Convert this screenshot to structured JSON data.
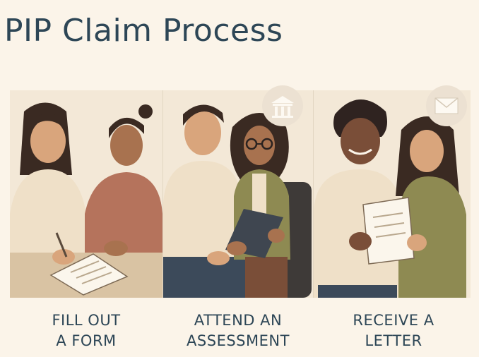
{
  "title": "PIP Claim Process",
  "steps": [
    {
      "line1": "FILL OUT",
      "line2": "A FORM",
      "scene": "two people filling out a form at a table"
    },
    {
      "line1": "ATTEND AN",
      "line2": "ASSESSMENT",
      "scene": "person attending an assessment with an assessor",
      "icon": "building-icon"
    },
    {
      "line1": "RECEIVE A",
      "line2": "LETTER",
      "scene": "two people reading a letter",
      "icon": "envelope-icon"
    }
  ],
  "colors": {
    "background": "#fbf4e9",
    "title": "#2d4656",
    "skin": "#d9a57c",
    "hair": "#3a2a22",
    "olive": "#8e8a52",
    "cream": "#efe0c8",
    "terracotta": "#b5735c"
  }
}
